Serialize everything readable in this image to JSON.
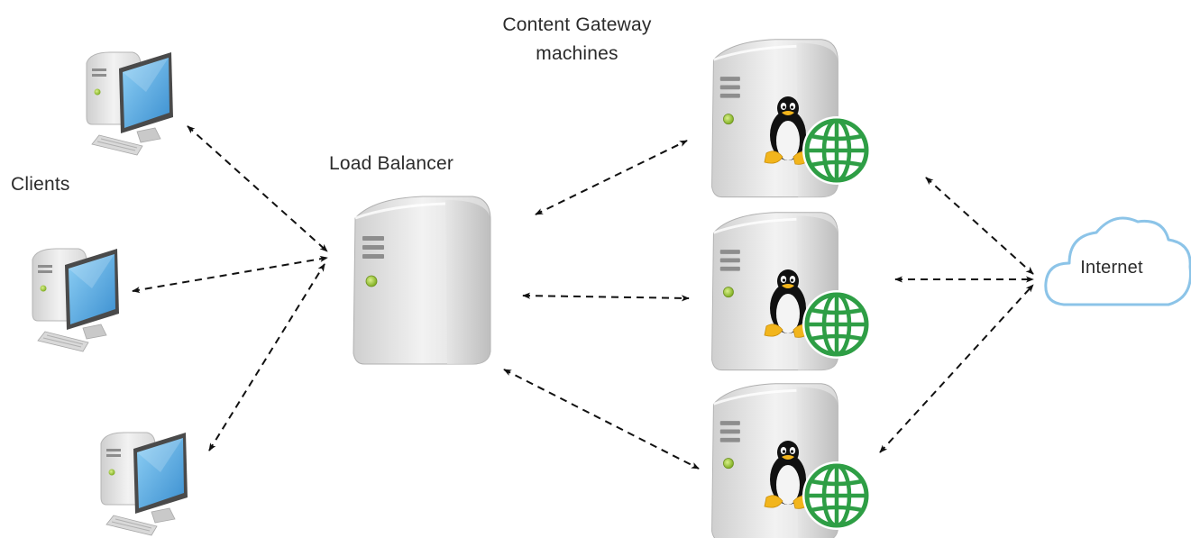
{
  "labels": {
    "gateway_line1": "Content Gateway",
    "gateway_line2": "machines",
    "load_balancer": "Load Balancer",
    "clients": "Clients",
    "internet": "Internet"
  },
  "nodes": {
    "clients": [
      "client-1",
      "client-2",
      "client-3"
    ],
    "load_balancer": "load-balancer",
    "gateways": [
      "gateway-1",
      "gateway-2",
      "gateway-3"
    ],
    "internet": "internet-cloud"
  },
  "icons": {
    "client": "desktop-computer-icon",
    "server": "server-tower-icon",
    "linux": "tux-penguin-icon",
    "web": "globe-icon",
    "internet": "cloud-icon"
  },
  "colors": {
    "screen": "#5aa9e0",
    "globe": "#2e9e45",
    "cloud_stroke": "#8cc4e8",
    "arrow": "#111111",
    "led": "#9cc63a"
  }
}
